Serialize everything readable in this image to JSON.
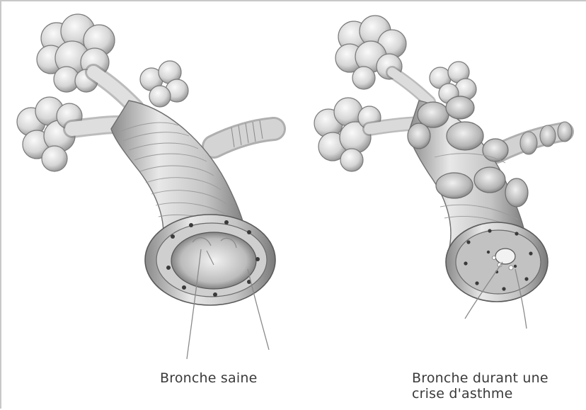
{
  "labels": {
    "healthy_bronchus": "Bronche saine",
    "asthma_bronchus_line1": "Bronche durant une",
    "asthma_bronchus_line2": "crise d'asthme"
  },
  "colors": {
    "tissue_light": "#e6e6e6",
    "tissue_mid": "#bdbdbd",
    "tissue_dark": "#6e6e6e",
    "ink": "#3a3a3a"
  }
}
